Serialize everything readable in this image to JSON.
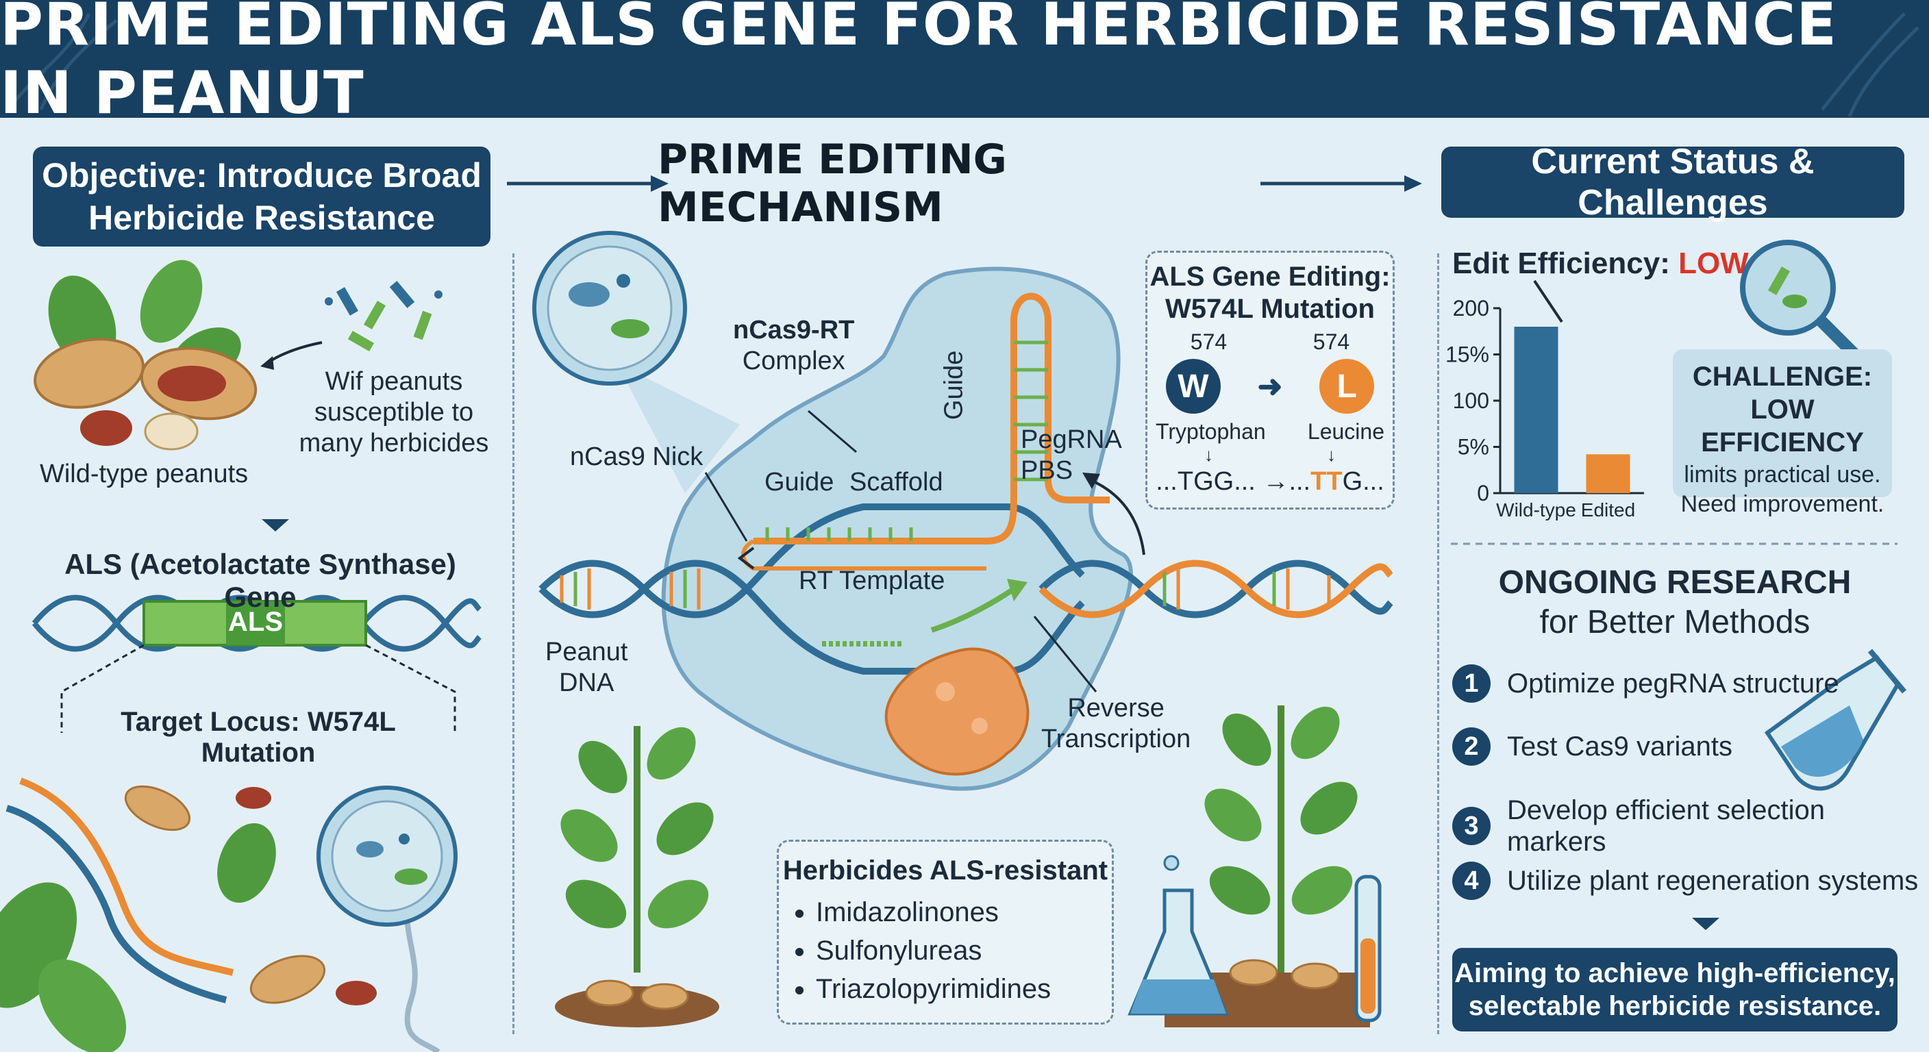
{
  "title": "PRIME EDITING ALS GENE FOR HERBICIDE RESISTANCE IN PEANUT",
  "left": {
    "objective_line1": "Objective: Introduce Broad",
    "objective_line2": "Herbicide Resistance",
    "wildtype_label": "Wild-type peanuts",
    "susceptible_line1": "Wif peanuts",
    "susceptible_line2": "susceptible to",
    "susceptible_line3": "many herbicides",
    "gene_title": "ALS (Acetolactate Synthase) Gene",
    "gene_tag": "ALS",
    "target_locus": "Target Locus: W574L Mutation"
  },
  "middle": {
    "heading": "PRIME EDITING MECHANISM",
    "complex_line1": "nCas9-RT",
    "complex_line2": "Complex",
    "nick_label": "nCas9 Nick",
    "guide_vertical": "Guide",
    "guide_label": "Guide",
    "scaffold_label": "Scaffold",
    "pegrna_label": "PegRNA",
    "pbs_label": "PBS",
    "rt_template_label": "RT Template",
    "peanut_dna_line1": "Peanut",
    "peanut_dna_line2": "DNA",
    "reverse_line1": "Reverse",
    "reverse_line2": "Transcription",
    "mutation_box": {
      "title_line1": "ALS Gene Editing:",
      "title_line2": "W574L Mutation",
      "pos_from": "574",
      "pos_to": "574",
      "aa_from": "W",
      "aa_to": "L",
      "name_from": "Tryptophan",
      "name_to": "Leucine",
      "seq_from": "...TGG...",
      "seq_arrow": "→",
      "seq_to_prefix": "...",
      "seq_to_highlight": "TT",
      "seq_to_suffix": "G..."
    },
    "herbicide_box": {
      "title": "Herbicides ALS-resistant",
      "items": [
        "Imidazolinones",
        "Sulfonylureas",
        "Triazolopyrimidines"
      ]
    }
  },
  "right": {
    "heading": "Current Status & Challenges",
    "efficiency_label": "Edit Efficiency: ",
    "efficiency_value": "LOW",
    "challenge_title_line1": "CHALLENGE:",
    "challenge_title_line2": "LOW EFFICIENCY",
    "challenge_text_line1": "limits practical use.",
    "challenge_text_line2": "Need improvement.",
    "research_title_line1": "ONGOING RESEARCH",
    "research_title_line2": "for Better Methods",
    "research_items": [
      {
        "num": "1",
        "text": "Optimize pegRNA structure"
      },
      {
        "num": "2",
        "text": "Test Cas9 variants"
      },
      {
        "num": "3",
        "text": "Develop efficient selection markers"
      },
      {
        "num": "4",
        "text": "Utilize plant regeneration systems"
      }
    ],
    "aim_line1": "Aiming to achieve high-efficiency,",
    "aim_line2": "selectable herbicide resistance."
  },
  "chart_data": {
    "type": "bar",
    "title": "",
    "categories": [
      "Wild-type",
      "Edited"
    ],
    "values": [
      180,
      42
    ],
    "y_tick_labels": [
      "0",
      "5%",
      "100",
      "15%",
      "200"
    ],
    "y_tick_values": [
      0,
      50,
      100,
      150,
      200
    ],
    "ylim": [
      0,
      200
    ],
    "colors": [
      "#2f6d96",
      "#ea8a34"
    ],
    "grid": false
  },
  "colors": {
    "navy": "#173f60",
    "orange": "#ea8a34",
    "red_low": "#d8352a",
    "green": "#6ab04c",
    "dna_blue": "#2f6d96"
  }
}
